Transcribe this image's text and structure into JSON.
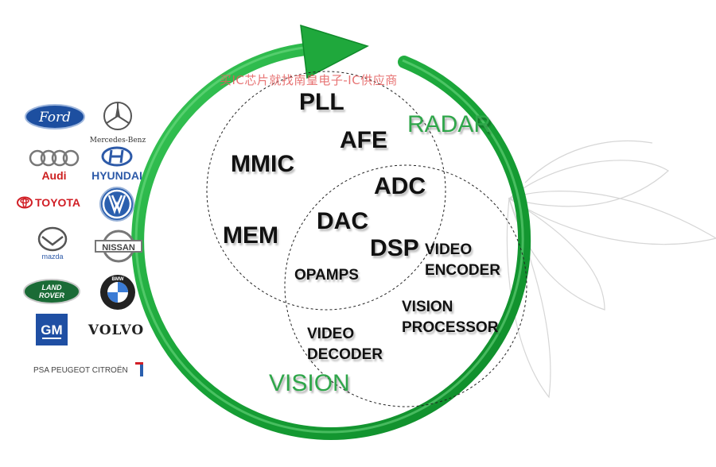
{
  "watermark": "买IC芯片就找南皇电子-IC供应商",
  "labels": {
    "pll": "PLL",
    "afe": "AFE",
    "radar": "RADAR",
    "mmic": "MMIC",
    "adc": "ADC",
    "dac": "DAC",
    "mem": "MEM",
    "dsp": "DSP",
    "video_encoder_1": "VIDEO",
    "video_encoder_2": "ENCODER",
    "opamps": "OPAMPS",
    "vision_processor_1": "VISION",
    "vision_processor_2": "PROCESSOR",
    "video_decoder_1": "VIDEO",
    "video_decoder_2": "DECODER",
    "vision": "VISION"
  },
  "logos": {
    "ford": "Ford",
    "mercedes": "Mercedes-Benz",
    "audi": "Audi",
    "hyundai": "HYUNDAI",
    "toyota": "TOYOTA",
    "mazda": "mazda",
    "nissan": "NISSAN",
    "land_rover_1": "LAND",
    "land_rover_2": "ROVER",
    "bmw": "BMW",
    "gm": "GM",
    "volvo": "VOLVO",
    "psa": "PSA PEUGEOT CITROËN"
  },
  "colors": {
    "arrow_green": "#1fa83c",
    "text_green": "#2fa64a",
    "watermark_red": "#e35b5b"
  }
}
